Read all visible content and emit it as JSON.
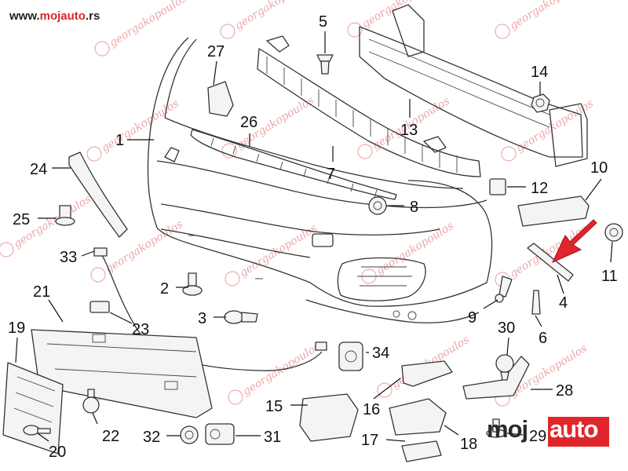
{
  "header": {
    "site_prefix": "www.",
    "site_brand": "mojauto",
    "site_suffix": ".rs"
  },
  "logo": {
    "part1": "moj",
    "part2": "auto"
  },
  "watermark": {
    "text": "georgakopoulos"
  },
  "colors": {
    "accent": "#d8262b",
    "watermark": "#e58a8e",
    "arrow": "#e0262b",
    "line": "#333333"
  },
  "callouts": [
    {
      "number": "1"
    },
    {
      "number": "2"
    },
    {
      "number": "3"
    },
    {
      "number": "4"
    },
    {
      "number": "5"
    },
    {
      "number": "6"
    },
    {
      "number": "7"
    },
    {
      "number": "8"
    },
    {
      "number": "9"
    },
    {
      "number": "10"
    },
    {
      "number": "11"
    },
    {
      "number": "12"
    },
    {
      "number": "13"
    },
    {
      "number": "14"
    },
    {
      "number": "15"
    },
    {
      "number": "16"
    },
    {
      "number": "17"
    },
    {
      "number": "18"
    },
    {
      "number": "19"
    },
    {
      "number": "20"
    },
    {
      "number": "21"
    },
    {
      "number": "22"
    },
    {
      "number": "23"
    },
    {
      "number": "24"
    },
    {
      "number": "25"
    },
    {
      "number": "26"
    },
    {
      "number": "27"
    },
    {
      "number": "28"
    },
    {
      "number": "29"
    },
    {
      "number": "30"
    },
    {
      "number": "31"
    },
    {
      "number": "32"
    },
    {
      "number": "33"
    },
    {
      "number": "34"
    }
  ]
}
